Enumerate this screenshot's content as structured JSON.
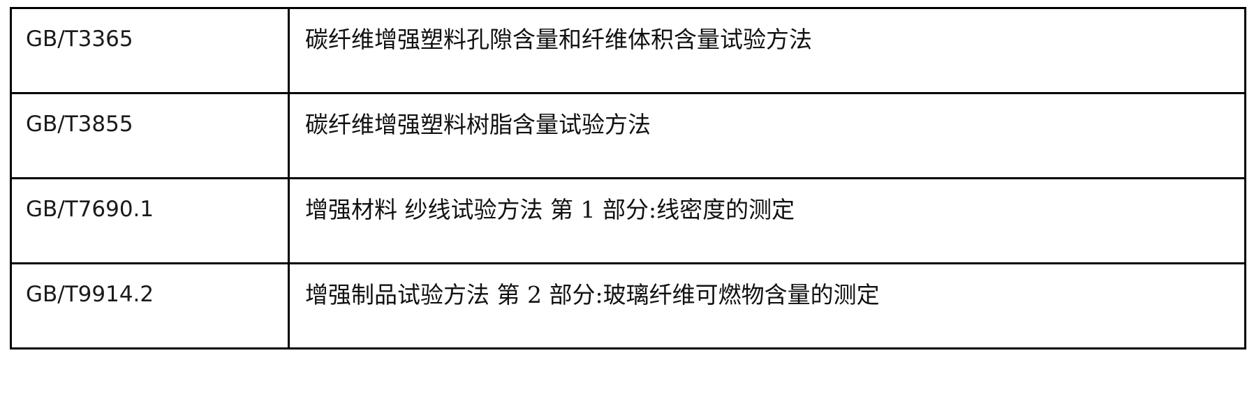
{
  "document": {
    "type": "standards-reference-table",
    "columns": [
      "standard-code",
      "standard-title"
    ],
    "border_color": "#000000",
    "background_color": "#ffffff",
    "text_color": "#111111"
  },
  "table": {
    "rows": [
      {
        "code": "GB/T3365",
        "title": "碳纤维增强塑料孔隙含量和纤维体积含量试验方法"
      },
      {
        "code": "GB/T3855",
        "title": "碳纤维增强塑料树脂含量试验方法"
      },
      {
        "code": "GB/T7690.1",
        "title": "增强材料 纱线试验方法 第 1 部分:线密度的测定"
      },
      {
        "code": "GB/T9914.2",
        "title": "增强制品试验方法 第 2 部分:玻璃纤维可燃物含量的测定"
      }
    ]
  }
}
